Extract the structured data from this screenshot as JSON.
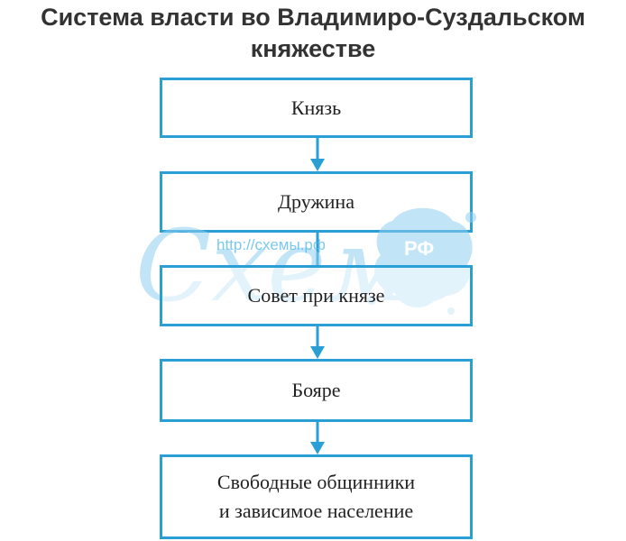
{
  "title": {
    "line1": "Система власти во Владимиро-Суздальском",
    "line2": "княжестве"
  },
  "boxes": [
    "Князь",
    "Дружина",
    "Совет при князе",
    "Бояре",
    "Свободные общинники",
    "и зависимое население"
  ],
  "watermark": {
    "logo": "Схемэ",
    "url": "http://схемы.рф",
    "badge": "РФ"
  },
  "colors": {
    "accent": "#2a9fd6",
    "text": "#222222",
    "watermark": "#5bbbe8"
  }
}
